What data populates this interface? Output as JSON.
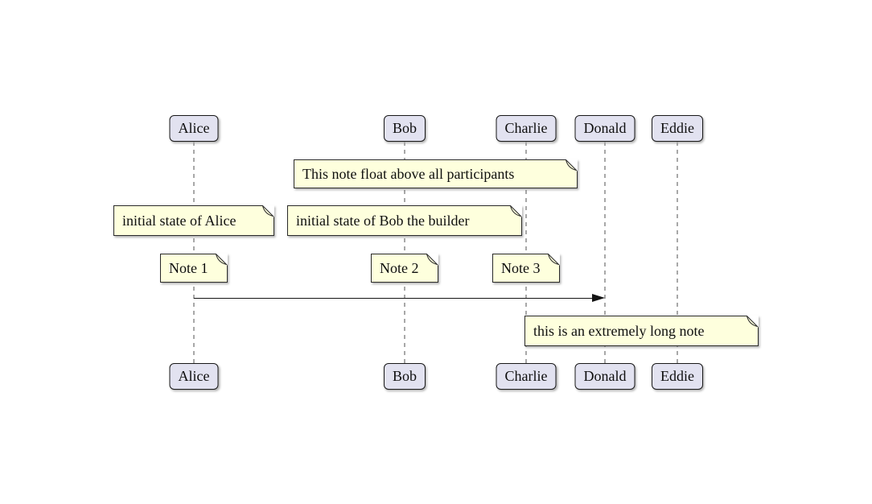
{
  "colors": {
    "participant_fill": "#E2E2F0",
    "participant_border": "#181818",
    "note_fill": "#FEFFDD",
    "note_border": "#2a2a2a",
    "lifeline": "#A8A8A8",
    "arrow": "#141414",
    "text": "#0e0e0e",
    "canvas": "#ffffff"
  },
  "participants": [
    {
      "name": "Alice"
    },
    {
      "name": "Bob"
    },
    {
      "name": "Charlie"
    },
    {
      "name": "Donald"
    },
    {
      "name": "Eddie"
    }
  ],
  "notes": {
    "float_above": "This note float above all participants",
    "initial_alice": "initial state of Alice",
    "initial_bob": "initial state of Bob the builder",
    "note1": "Note 1",
    "note2": "Note 2",
    "note3": "Note 3",
    "long_note": "this is an extremely long note"
  },
  "message": {
    "from": "Alice",
    "to": "Donald"
  }
}
